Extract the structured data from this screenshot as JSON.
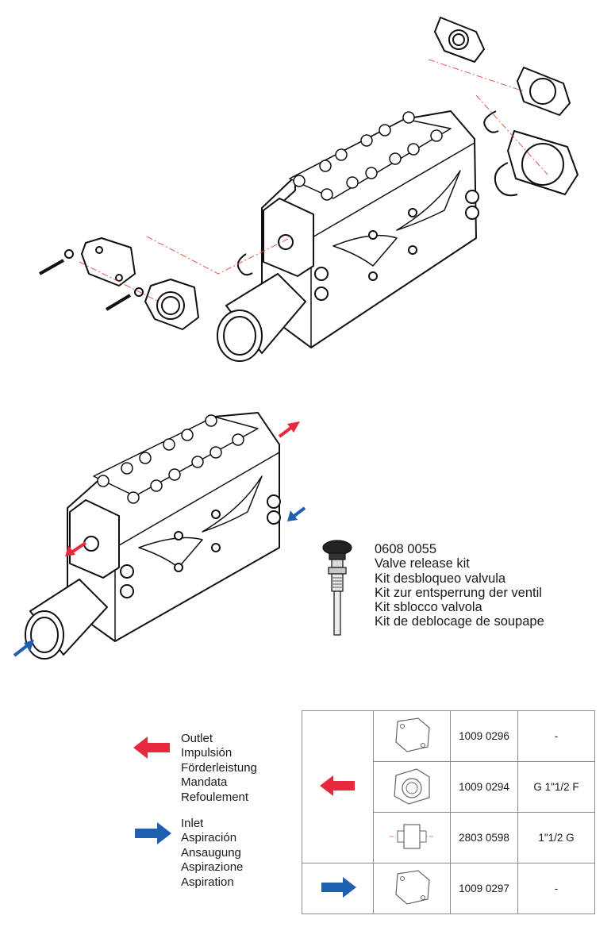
{
  "kit": {
    "code": "0608 0055",
    "lines": [
      "Valve release kit",
      "Kit desbloqueo valvula",
      "Kit zur entsperrung der ventil",
      "Kit sblocco valvola",
      "Kit de deblocage de soupape"
    ]
  },
  "legend": {
    "outlet": {
      "color": "#e8283c",
      "labels": [
        "Outlet",
        "Impulsión",
        "Förderleistung",
        "Mandata",
        "Refoulement"
      ]
    },
    "inlet": {
      "color": "#1f5fb0",
      "labels": [
        "Inlet",
        "Aspiración",
        "Ansaugung",
        "Aspirazione",
        "Aspiration"
      ]
    }
  },
  "parts_table": {
    "rows": [
      {
        "icon": "blind-flange-icon",
        "code": "1009 0296",
        "spec": "-"
      },
      {
        "icon": "threaded-flange-icon",
        "code": "1009 0294",
        "spec": "G 1\"1/2 F"
      },
      {
        "icon": "pipe-fitting-icon",
        "code": "2803 0598",
        "spec": "1\"1/2 G"
      },
      {
        "icon": "blind-flange-icon",
        "code": "1009 0297",
        "spec": "-"
      }
    ]
  },
  "colors": {
    "outlet_red": "#e8283c",
    "inlet_blue": "#1f5fb0",
    "line": "#111111",
    "dash": "#e05a4a"
  }
}
